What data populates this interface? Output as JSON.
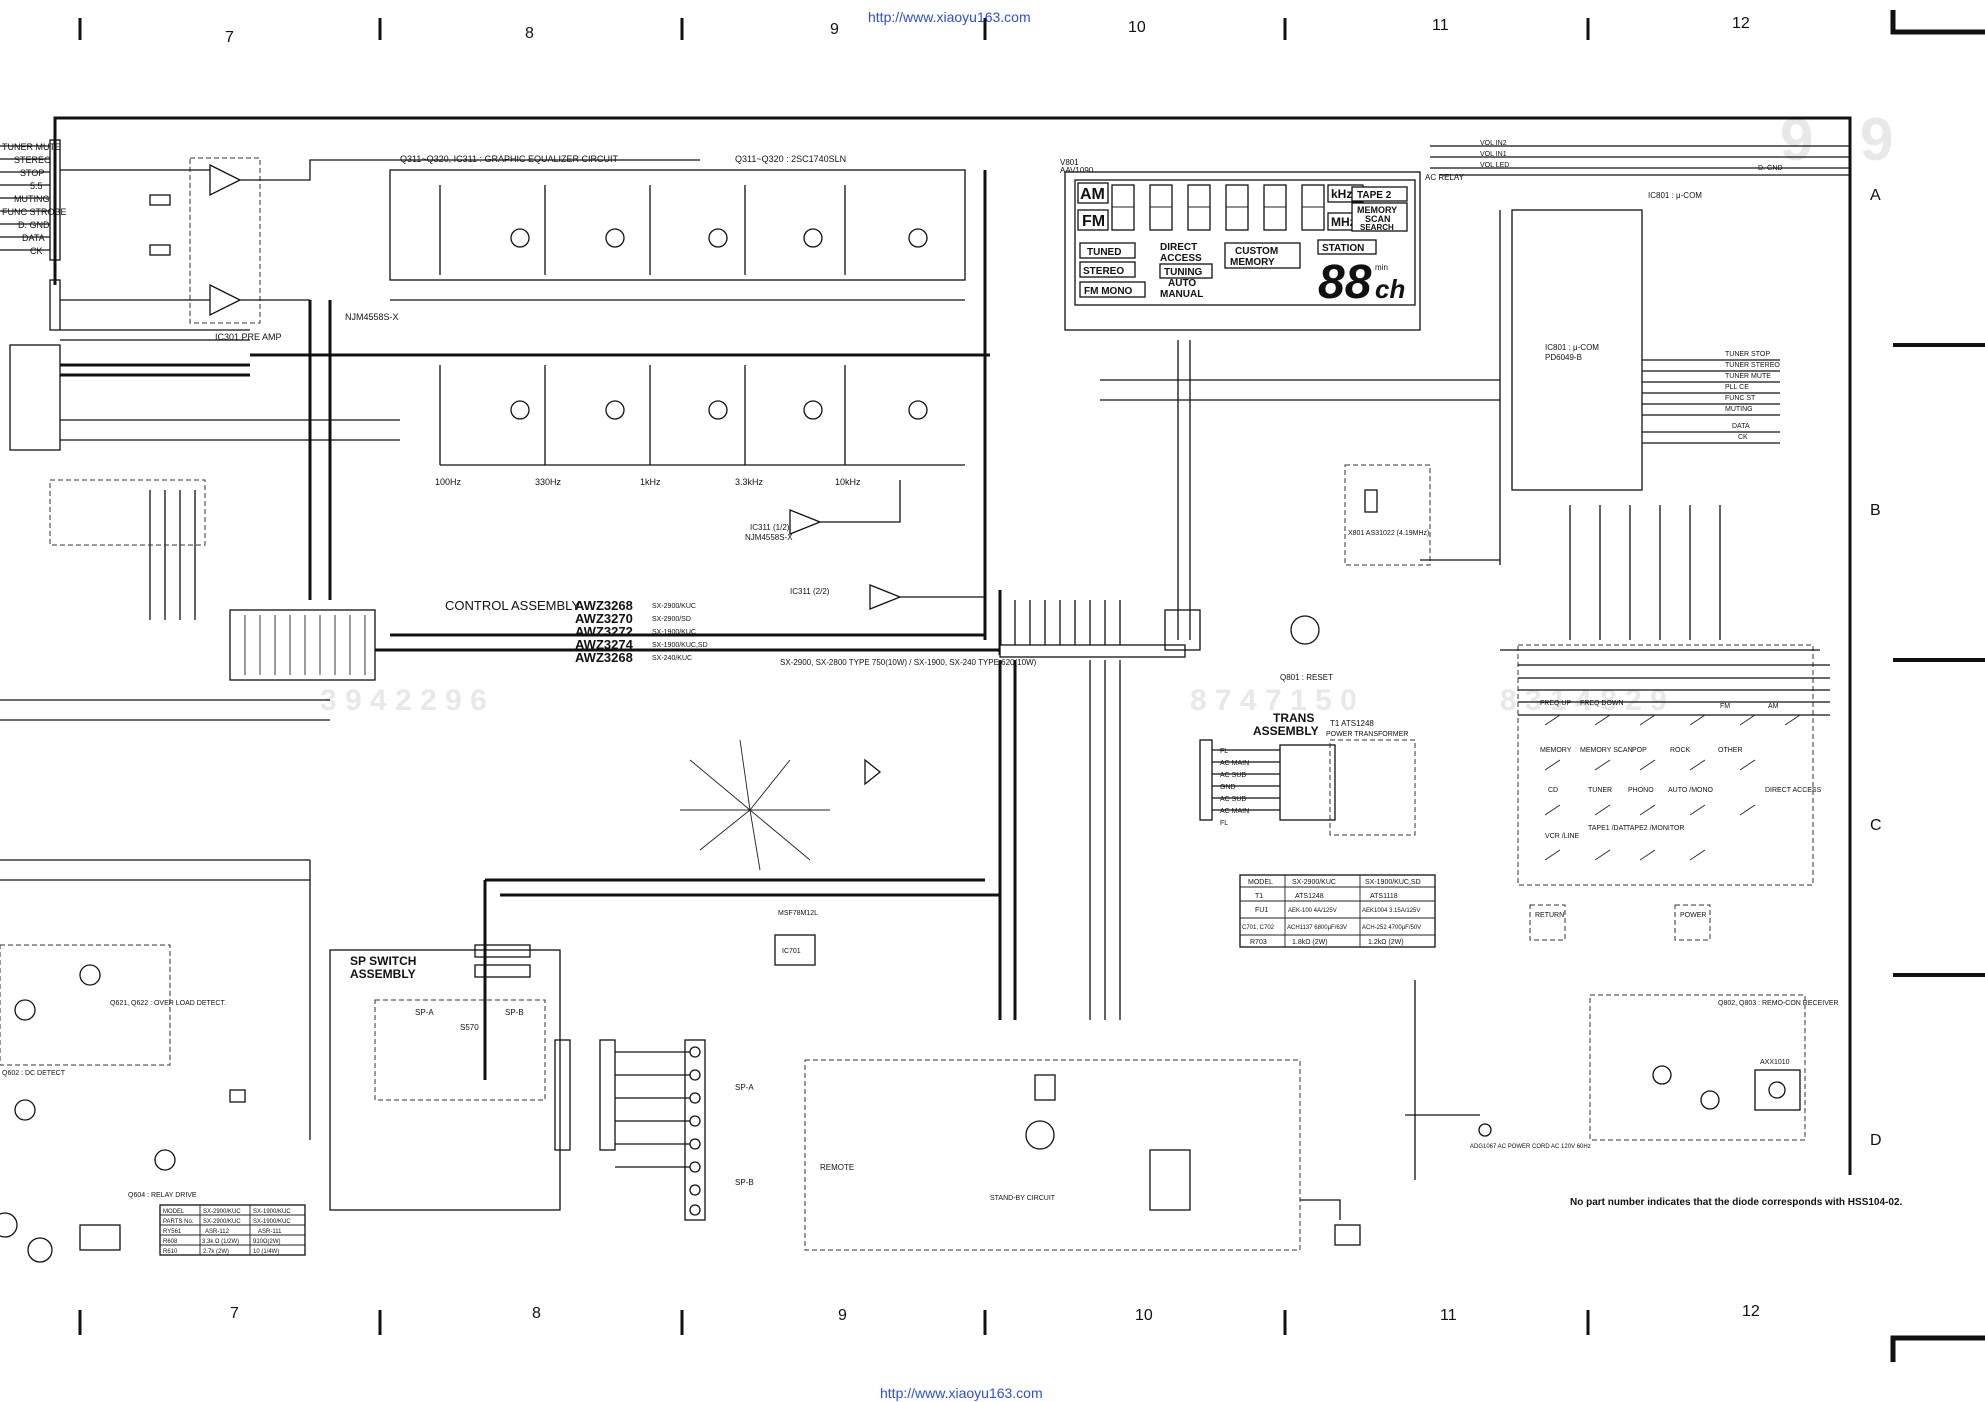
{
  "header": {
    "url_top": "http://www.xiaoyu163.com",
    "url_bottom": "http://www.xiaoyu163.com"
  },
  "columns": [
    "7",
    "8",
    "9",
    "10",
    "11",
    "12"
  ],
  "rows": [
    "A",
    "B",
    "C",
    "D"
  ],
  "left_labels": [
    "TUNER MUTE",
    "STEREO",
    "STOP",
    "5.5",
    "MUTING",
    "FUNC STROBE",
    "D. GND",
    "DATA",
    "CK"
  ],
  "top_labels": {
    "ic301_amp": "IC301 PRE AMP",
    "ic301_part": "NJM4558S-X",
    "eq_circuit": "Q311~Q320, IC311 : GRAPHIC EQUALIZER CIRCUIT",
    "eq_transistors": "Q311~Q320 : 2SC1740SLN",
    "vol_lines": [
      "VOL IN2",
      "VOL IN1",
      "VOL LED"
    ],
    "dgnd": "D. GND",
    "ac_relay": "AC RELAY",
    "ic801": "IC801 : μ-COM",
    "ic801_part": "PD6049-B",
    "v801": "V801",
    "v801_part": "AAV1090"
  },
  "eq_freqs": [
    "100Hz",
    "330Hz",
    "1kHz",
    "3.3kHz",
    "10kHz"
  ],
  "display": {
    "am": "AM",
    "fm": "FM",
    "khz": "kHz",
    "mhz": "MHz",
    "tape2": "TAPE 2",
    "memory": "MEMORY",
    "scan": "SCAN",
    "search": "SEARCH",
    "tuned": "TUNED",
    "stereo": "STEREO",
    "fm_mono": "FM MONO",
    "direct": "DIRECT",
    "access": "ACCESS",
    "tuning": "TUNING",
    "auto": "AUTO",
    "manual": "MANUAL",
    "custom": "CUSTOM",
    "custom_memory": "MEMORY",
    "station": "STATION",
    "digits": "88",
    "ch": "ch",
    "min": "min"
  },
  "ic801_right_labels": [
    "TUNER STOP",
    "TUNER STEREO",
    "TUNER MUTE",
    "PLL CE",
    "FUNC ST",
    "MUTING",
    "DATA",
    "CK"
  ],
  "control_assembly": {
    "title": "CONTROL ASSEMBLY",
    "parts": [
      "AWZ3268",
      "AWZ3270",
      "AWZ3272",
      "AWZ3274",
      "AWZ3268"
    ],
    "models": [
      "SX-2900/KUC",
      "SX-2900/SD",
      "SX-1900/KUC",
      "SX-1900/KUC,SD",
      "SX-240/KUC"
    ]
  },
  "transformer_note": "SX-2900, SX-2800 TYPE 750(10W) / SX-1900, SX-240 TYPE 620(10W)",
  "trans_assembly": {
    "title": "TRANS",
    "title2": "ASSEMBLY",
    "t1": "T1 ATS1248",
    "t1_desc": "POWER TRANSFORMER"
  },
  "trans_pins": [
    "FL",
    "AC MAIN",
    "AC SUB",
    "GND",
    "AC SUB",
    "AC MAIN",
    "FL"
  ],
  "q801_reset": "Q801 : RESET",
  "sp_switch": {
    "title": "SP SWITCH",
    "title2": "ASSEMBLY",
    "spa": "SP-A",
    "spb": "SP-B",
    "s570": "S570"
  },
  "speaker_labels": [
    "SP-A",
    "SP-B"
  ],
  "standby": "STAND-BY CIRCUIT",
  "remote": "REMOTE",
  "ac_cord": "ADG1067 AC POWER CORD AC 120V 60Hz",
  "remo_receiver": "Q802, Q803 : REMO-CON RECEIVER",
  "remo_unit": "AXX1010",
  "note": "No part number indicates that the diode corresponds with HSS104-02.",
  "keys": [
    [
      "FREQ UP",
      "FREQ DOWN",
      "",
      "FM",
      "AM"
    ],
    [
      "MEMORY",
      "MEMORY SCAN",
      "POP",
      "ROCK",
      "OTHER"
    ],
    [
      "CD",
      "TUNER",
      "PHONO",
      "AUTO /MONO",
      "DIRECT ACCESS"
    ],
    [
      "VCR /LINE",
      "TAPE1 /DAT",
      "TAPE2 /MONITOR",
      "",
      ""
    ]
  ],
  "return_key": "RETURN",
  "power_key": "POWER",
  "fuse_table": {
    "headers": [
      "MODEL",
      "SX-2900/KUC",
      "SX-1900/KUC,SD"
    ],
    "rows": [
      [
        "T1",
        "ATS1248",
        "ATS1118"
      ],
      [
        "FU1",
        "AEK-100 4A/125V",
        "AEK1004 3.15A/125V"
      ],
      [
        "C701, C702",
        "ACH1137 6800μF/63V",
        "ACH-252 4700μF/50V"
      ],
      [
        "R703",
        "1.8kΩ (2W)",
        "1.2kΩ (2W)"
      ]
    ]
  },
  "relay_table": {
    "title": "Q604 : RELAY DRIVE",
    "headers": [
      "MODEL",
      "SX-2900/KUC",
      "SX-1900/KUC"
    ],
    "rows": [
      [
        "PARTS No.",
        "SX-2900/KUC",
        "SX-1900/KUC"
      ],
      [
        "RY561",
        "ASR-112",
        "ASR-111"
      ],
      [
        "R608",
        "3.3k Ω (1/2W)",
        "910Ω(2W)"
      ],
      [
        "R610",
        "2.7k (2W)",
        "10 (1/4W)"
      ]
    ]
  },
  "misc": {
    "over_load": "Q621, Q622 : OVER LOAD DETECT.",
    "dc_detect": "Q602 : DC DETECT",
    "msf78m12l": "MSF78M12L",
    "ic701": "IC701",
    "ic311": "IC311 (1/2)",
    "ic311b": "IC311 (2/2)",
    "ic311_part": "NJM4558S-X",
    "x801": "X801 AS31022 (4.19MHz)"
  }
}
